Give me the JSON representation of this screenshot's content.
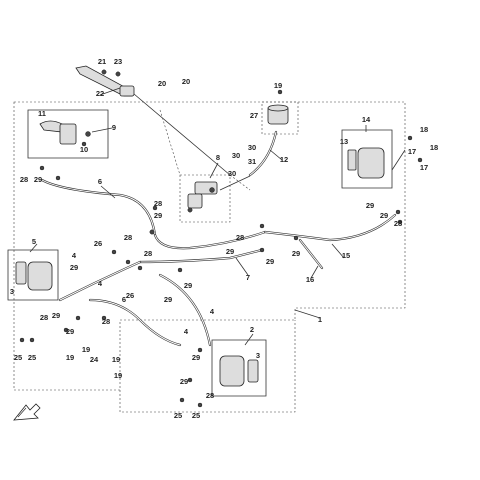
{
  "callouts": {
    "n1": "1",
    "n2": "2",
    "n3": "3",
    "n4": "4",
    "n5": "5",
    "n6": "6",
    "n7": "7",
    "n8": "8",
    "n9": "9",
    "n10": "10",
    "n11": "11",
    "n12": "12",
    "n13": "13",
    "n14": "14",
    "n15": "15",
    "n16": "16",
    "n17": "17",
    "n18": "18",
    "n19": "19",
    "n20": "20",
    "n21": "21",
    "n22": "22",
    "n23": "23",
    "n24": "24",
    "n25": "25",
    "n26": "26",
    "n27": "27",
    "n28": "28",
    "n29": "29",
    "n30": "30",
    "n31": "31"
  },
  "colors": {
    "line": "#333333",
    "fill": "#dddddd",
    "background": "#ffffff"
  },
  "icons": {
    "front_arrow": "front-direction-arrow-icon"
  }
}
